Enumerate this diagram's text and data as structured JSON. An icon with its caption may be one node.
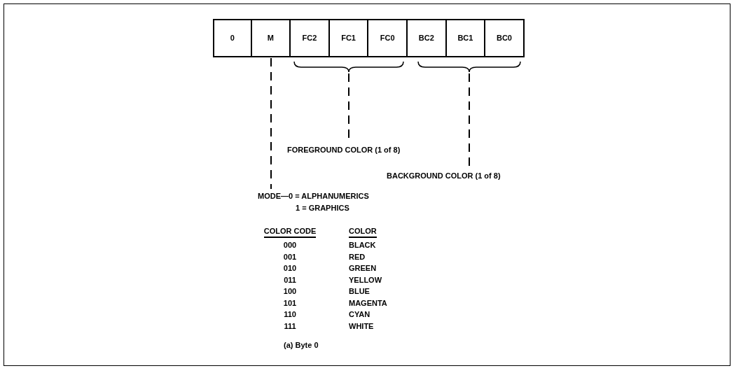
{
  "diagram": {
    "nodes": [
      {
        "text": [
          "0"
        ]
      },
      {
        "text": [
          "M"
        ]
      },
      {
        "text": [
          "FC2"
        ]
      },
      {
        "text": [
          "FC1"
        ]
      },
      {
        "text": [
          "FC0"
        ]
      },
      {
        "text": [
          "BC2"
        ]
      },
      {
        "text": [
          "BC1"
        ]
      },
      {
        "text": [
          "BC0"
        ]
      },
      {
        "text": [],
        "shape": "brace"
      },
      {
        "text": [],
        "shape": "brace"
      },
      {
        "text": [
          "FOREGROUND COLOR (1 of 8)"
        ]
      },
      {
        "text": [
          "BACKGROUND COLOR (1 of 8)"
        ]
      },
      {
        "text": [
          "MODE—0 = ALPHANUMERICS",
          "1 = GRAPHICS"
        ]
      }
    ],
    "edges": [
      {
        "from": 1,
        "to": 12,
        "arrow": "none",
        "style": "dashed"
      },
      {
        "from": 8,
        "to": 10,
        "arrow": "none",
        "style": "dashed"
      },
      {
        "from": 9,
        "to": 11,
        "arrow": "none",
        "style": "dashed"
      }
    ],
    "labels": [
      "COLOR CODE",
      "COLOR",
      "000",
      "BLACK",
      "001",
      "RED",
      "010",
      "GREEN",
      "011",
      "YELLOW",
      "100",
      "BLUE",
      "101",
      "MAGENTA",
      "110",
      "CYAN",
      "111",
      "WHITE"
    ],
    "caption": "(a) Byte 0"
  }
}
